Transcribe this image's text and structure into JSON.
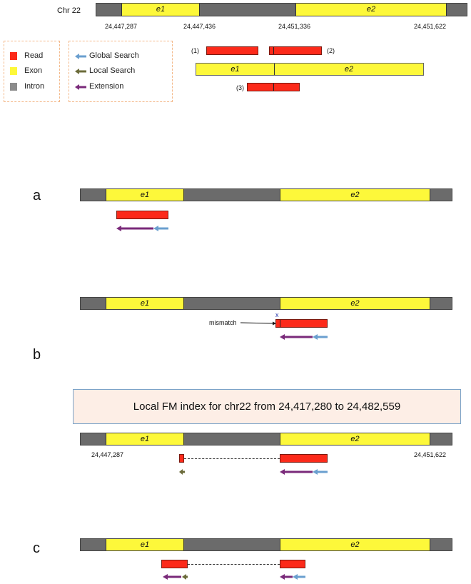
{
  "header": {
    "chrom": "Chr 22"
  },
  "coords": {
    "c1": "24,447,287",
    "c2": "24,447,436",
    "c3": "24,451,336",
    "c4": "24,451,622"
  },
  "exons": {
    "e1": "e1",
    "e2": "e2"
  },
  "legend": {
    "read": "Read",
    "exon": "Exon",
    "intron": "Intron",
    "global": "Global Search",
    "local": "Local Search",
    "extension": "Extension"
  },
  "reads": {
    "r1": "(1)",
    "r2": "(2)",
    "r3": "(3)"
  },
  "panels": {
    "a": "a",
    "b": "b",
    "c": "c"
  },
  "mismatch": {
    "label": "mismatch",
    "marker": "x"
  },
  "fm_index": {
    "text": "Local FM index for chr22 from 24,417,280 to 24,482,559"
  },
  "colors": {
    "read": "#fc2a1a",
    "exon": "#fdf83a",
    "intron": "#6b6b6b",
    "global": "#6a9fcf",
    "local": "#6b6b3a",
    "extension": "#7a2a7a"
  }
}
